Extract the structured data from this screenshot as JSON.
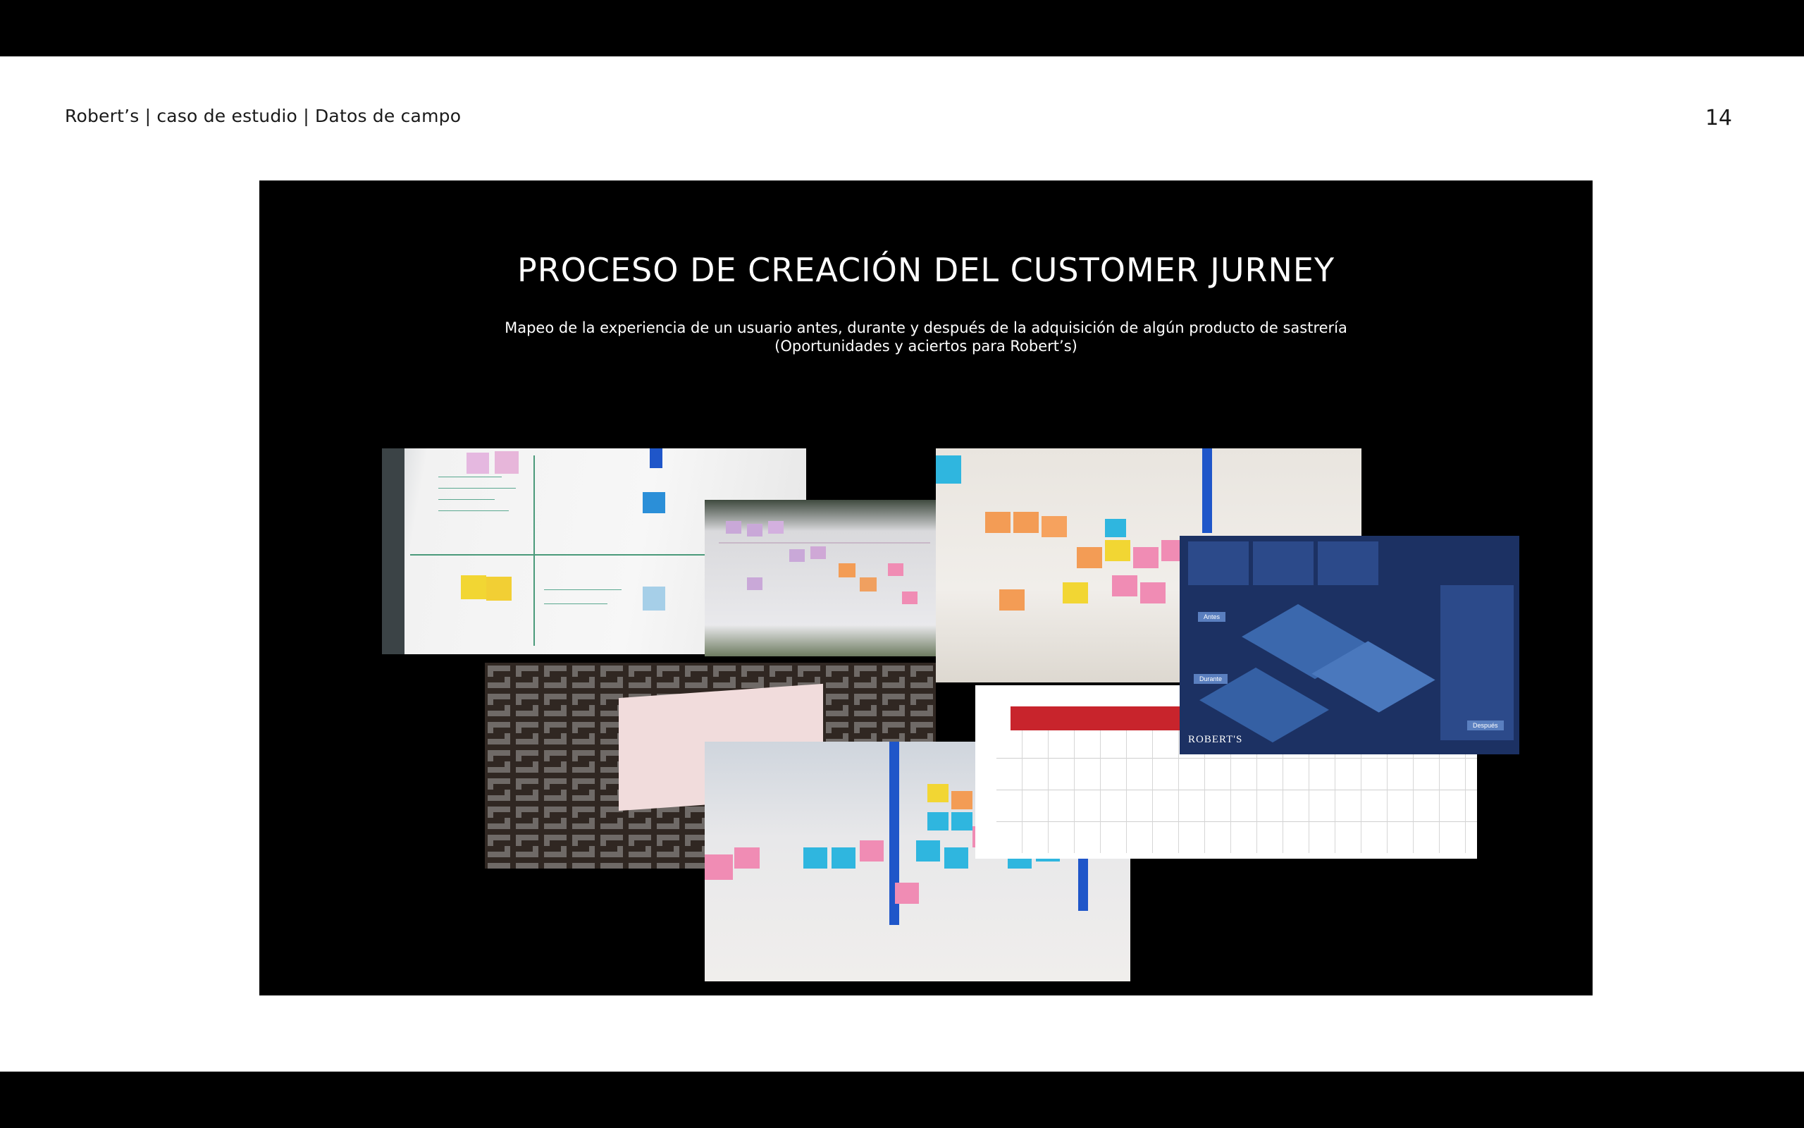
{
  "header": {
    "breadcrumb": "Robert’s | caso de estudio | Datos de campo",
    "page_number": "14"
  },
  "slide": {
    "title": "PROCESO DE CREACIÓN DEL CUSTOMER JURNEY",
    "subtitle_line1": "Mapeo de la experiencia de un usuario antes, durante y después de la adquisición de algún producto de sastrería",
    "subtitle_line2": "(Oportunidades y aciertos para Robert’s)"
  },
  "collage": {
    "table_heading": "Antes",
    "journey_labels": [
      "Antes",
      "Durante",
      "Después"
    ],
    "journey_logo": "ROBERT'S"
  },
  "colors": {
    "sticky_yellow": "#f2d633",
    "sticky_pink": "#f08cb4",
    "sticky_blue": "#2fb6df",
    "sticky_orange": "#f39c55",
    "tape_blue": "#1f56c9",
    "brand_red": "#c8242c",
    "journey_navy": "#1c3163"
  }
}
